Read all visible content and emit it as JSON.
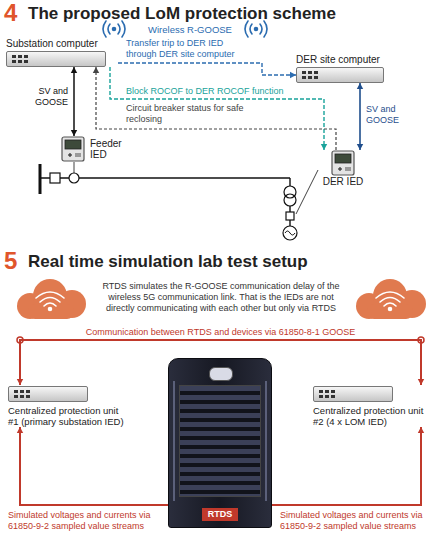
{
  "diagram": {
    "nodes": [
      {
        "text": [
          "Substation computer"
        ]
      },
      {
        "text": [
          "DER site computer"
        ]
      },
      {
        "text": [
          "Feeder IED"
        ]
      },
      {
        "text": [
          "DER IED"
        ]
      },
      {
        "text": [
          "Centralized protection unit #1 (primary substation IED)"
        ]
      },
      {
        "text": [
          "RTDS"
        ]
      },
      {
        "text": [
          "Centralized protection unit #2 (4 x LOM IED)"
        ]
      }
    ],
    "edges": [
      {
        "from": 0,
        "to": 1,
        "arrow": "to",
        "label": "Transfer trip to DER IED through DER site computer"
      },
      {
        "from": 0,
        "to": 3,
        "arrow": "to",
        "label": "Block ROCOF to DER ROCOF function"
      },
      {
        "from": 3,
        "to": 0,
        "arrow": "to",
        "label": "Circuit breaker status for safe reclosing"
      },
      {
        "from": 0,
        "to": 2,
        "arrow": "both",
        "label": "SV and GOOSE"
      },
      {
        "from": 1,
        "to": 3,
        "arrow": "both",
        "label": "SV and GOOSE"
      },
      {
        "from": 4,
        "to": 6,
        "arrow": "both",
        "label": "Communication between RTDS and devices via 61850-8-1 GOOSE"
      },
      {
        "from": 5,
        "to": 4,
        "arrow": "to",
        "label": "Simulated voltages and currents via 61850-9-2 sampled value streams"
      },
      {
        "from": 5,
        "to": 6,
        "arrow": "to",
        "label": "Simulated voltages and currents via 61850-9-2 sampled value streams"
      }
    ],
    "labels": [
      "4",
      "The proposed LoM protection scheme",
      "Wireless R-GOOSE",
      "5",
      "Real time simulation lab test setup",
      "RTDS simulates the R-GOOSE communication delay of the wireless 5G communication link. That is the IEDs are not directly communicating with each other but only via RTDS"
    ]
  }
}
